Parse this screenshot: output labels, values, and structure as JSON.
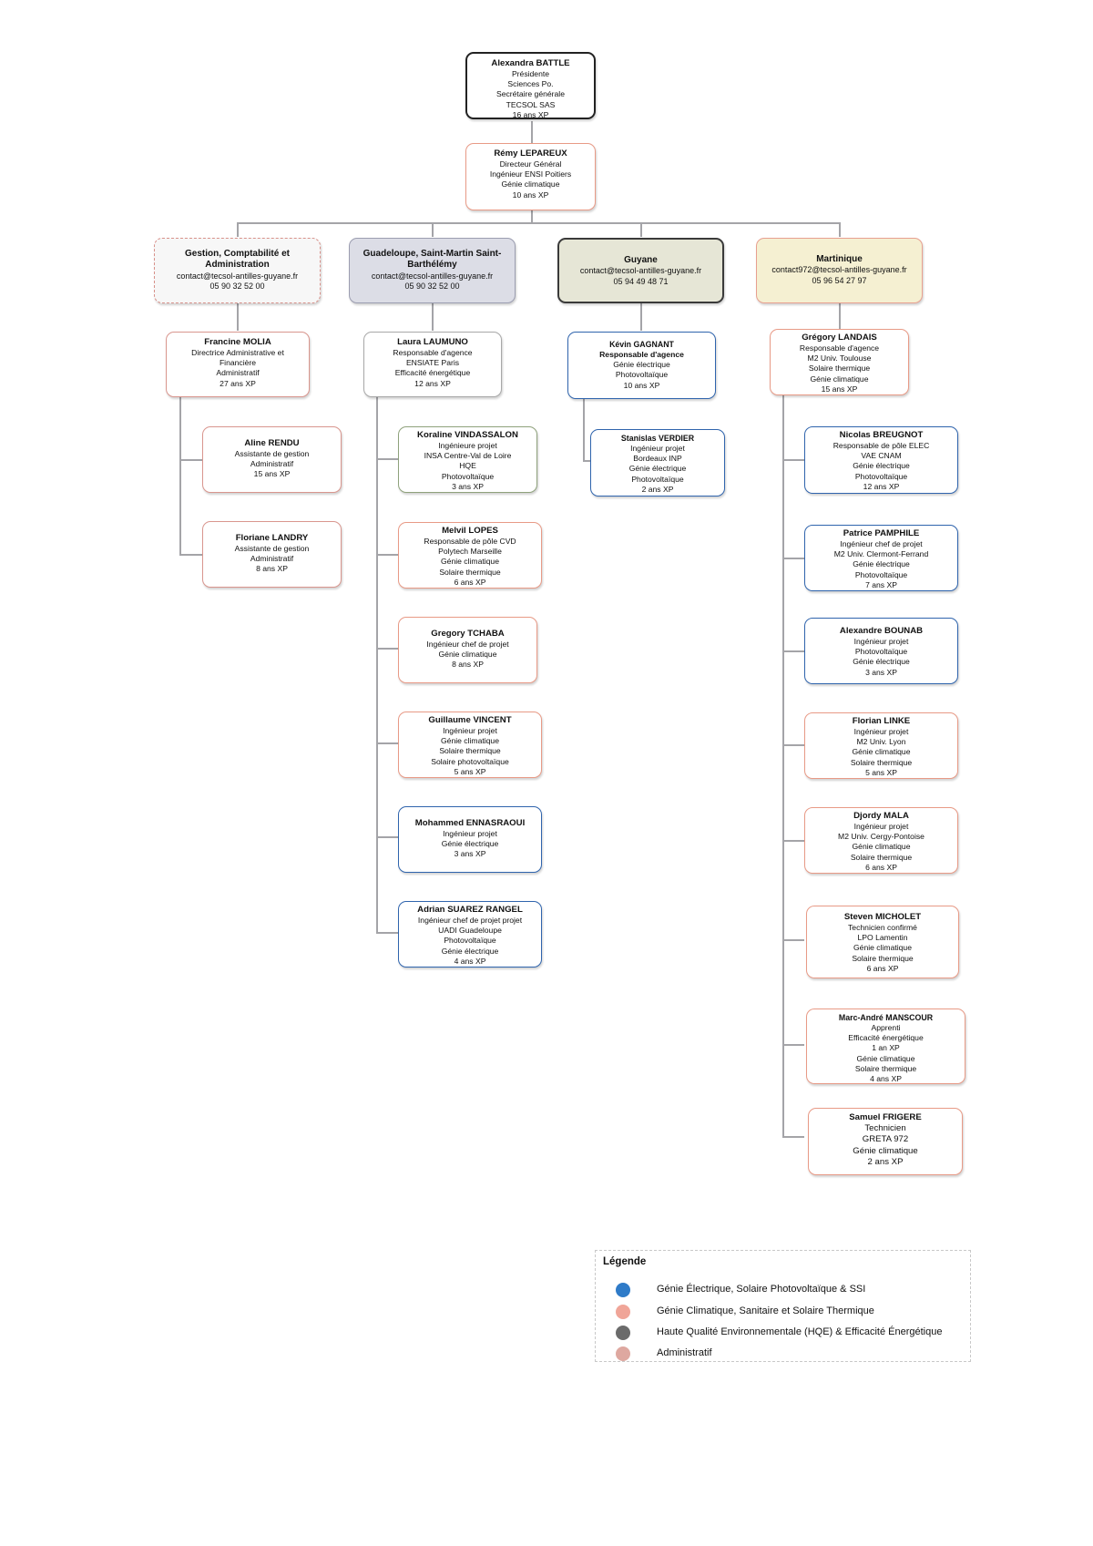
{
  "ceo": {
    "name": "Alexandra BATTLE",
    "lines": [
      "Présidente",
      "Sciences Po.",
      "Secrétaire générale",
      "TECSOL SAS",
      "16 ans XP"
    ]
  },
  "dg": {
    "name": "Rémy LEPAREUX",
    "lines": [
      "Directeur Général",
      "Ingénieur ENSI Poitiers",
      "Génie climatique",
      "10 ans XP"
    ]
  },
  "departments": [
    {
      "name": "Gestion, Comptabilité et Administration",
      "lines": [
        "contact@tecsol-antilles-guyane.fr",
        "05 90 32 52 00"
      ],
      "color": "#f7f7f7"
    },
    {
      "name": "Guadeloupe, Saint-Martin Saint-Barthélémy",
      "lines": [
        "contact@tecsol-antilles-guyane.fr",
        "05 90 32 52 00"
      ],
      "color": "#dcdde6"
    },
    {
      "name": "Guyane",
      "lines": [
        "contact@tecsol-antilles-guyane.fr",
        "05 94 49 48 71"
      ],
      "color": "#e6e6d6"
    },
    {
      "name": "Martinique",
      "lines": [
        "contact972@tecsol-antilles-guyane.fr",
        "05 96 54 27 97"
      ],
      "color": "#f5f0d2"
    }
  ],
  "leaders": [
    {
      "name": "Francine MOLIA",
      "lines": [
        "Directrice Administrative et",
        "Financière",
        "Administratif",
        "27 ans XP"
      ]
    },
    {
      "name": "Laura LAUMUNO",
      "lines": [
        "Responsable d'agence",
        "ENSIATE Paris",
        "Efficacité énergétique",
        "12 ans XP"
      ]
    },
    {
      "name": "Kévin GAGNANT",
      "lines": [
        "Responsable d'agence",
        "Génie électrique",
        "Photovoltaïque",
        "10 ans XP"
      ]
    },
    {
      "name": "Grégory LANDAIS",
      "lines": [
        "Responsable d'agence",
        "M2 Univ. Toulouse",
        "Solaire thermique",
        "Génie climatique",
        "15 ans XP"
      ]
    }
  ],
  "admin_staff": [
    {
      "name": "Aline RENDU",
      "lines": [
        "Assistante de gestion",
        "Administratif",
        "15 ans XP"
      ]
    },
    {
      "name": "Floriane LANDRY",
      "lines": [
        "Assistante de gestion",
        "Administratif",
        "8 ans XP"
      ]
    }
  ],
  "guadeloupe_staff": [
    {
      "name": "Koraline VINDASSALON",
      "lines": [
        "Ingénieure projet",
        "INSA Centre-Val de Loire",
        "HQE",
        "Photovoltaïque",
        "3 ans XP"
      ]
    },
    {
      "name": "Melvil LOPES",
      "lines": [
        "Responsable de pôle CVD",
        "Polytech Marseille",
        "Génie climatique",
        "Solaire thermique",
        "6 ans XP"
      ]
    },
    {
      "name": "Gregory TCHABA",
      "lines": [
        "Ingénieur chef de projet",
        "Génie climatique",
        "8 ans XP"
      ]
    },
    {
      "name": "Guillaume VINCENT",
      "lines": [
        "Ingénieur projet",
        "Génie climatique",
        "Solaire thermique",
        "Solaire photovoltaïque",
        "5 ans XP"
      ]
    },
    {
      "name": "Mohammed ENNASRAOUI",
      "lines": [
        "Ingénieur projet",
        "Génie électrique",
        "3 ans XP"
      ]
    },
    {
      "name": "Adrian SUAREZ RANGEL",
      "lines": [
        "Ingénieur chef de projet projet",
        "UADI Guadeloupe",
        "Photovoltaïque",
        "Génie électrique",
        "4 ans XP"
      ]
    }
  ],
  "guyane_staff": [
    {
      "name": "Stanislas VERDIER",
      "lines": [
        "Ingénieur projet",
        "Bordeaux INP",
        "Génie électrique",
        "Photovoltaïque",
        "2 ans XP"
      ]
    }
  ],
  "martinique_staff": [
    {
      "name": "Nicolas BREUGNOT",
      "lines": [
        "Responsable de pôle ELEC",
        "VAE CNAM",
        "Génie électrique",
        "Photovoltaïque",
        "12 ans XP"
      ]
    },
    {
      "name": "Patrice PAMPHILE",
      "lines": [
        "Ingénieur chef de projet",
        "M2 Univ. Clermont-Ferrand",
        "Génie électrique",
        "Photovoltaïque",
        "7 ans XP"
      ]
    },
    {
      "name": "Alexandre BOUNAB",
      "lines": [
        "Ingénieur projet",
        "Photovoltaïque",
        "Génie électrique",
        "3 ans XP"
      ]
    },
    {
      "name": "Florian LINKE",
      "lines": [
        "Ingénieur projet",
        "M2 Univ. Lyon",
        "Génie climatique",
        "Solaire thermique",
        "5 ans XP"
      ]
    },
    {
      "name": "Djordy MALA",
      "lines": [
        "Ingénieur projet",
        "M2 Univ. Cergy-Pontoise",
        "Génie climatique",
        "Solaire thermique",
        "6 ans XP"
      ]
    },
    {
      "name": "Steven MICHOLET",
      "lines": [
        "Technicien confirmé",
        "LPO Lamentin",
        "Génie climatique",
        "Solaire thermique",
        "6 ans XP"
      ]
    },
    {
      "name": "Marc-André MANSCOUR",
      "lines": [
        "Apprenti",
        "Efficacité énergétique",
        "1 an XP",
        "Génie climatique",
        "Solaire thermique",
        "4 ans XP"
      ]
    },
    {
      "name": "Samuel FRIGERE",
      "lines": [
        "Technicien",
        "GRETA 972",
        "Génie climatique",
        "2 ans XP"
      ]
    }
  ],
  "legend": {
    "title": "Légende",
    "items": [
      {
        "label": "Génie Électrique, Solaire Photovoltaïque & SSI",
        "color": "#2f7bc8"
      },
      {
        "label": "Génie Climatique, Sanitaire et Solaire Thermique",
        "color": "#f0a598"
      },
      {
        "label": "Haute Qualité Environnementale (HQE) & Efficacité Énergétique",
        "color": "#6b6b6b"
      },
      {
        "label": "Administratif",
        "color": "#dea8a0"
      }
    ]
  }
}
